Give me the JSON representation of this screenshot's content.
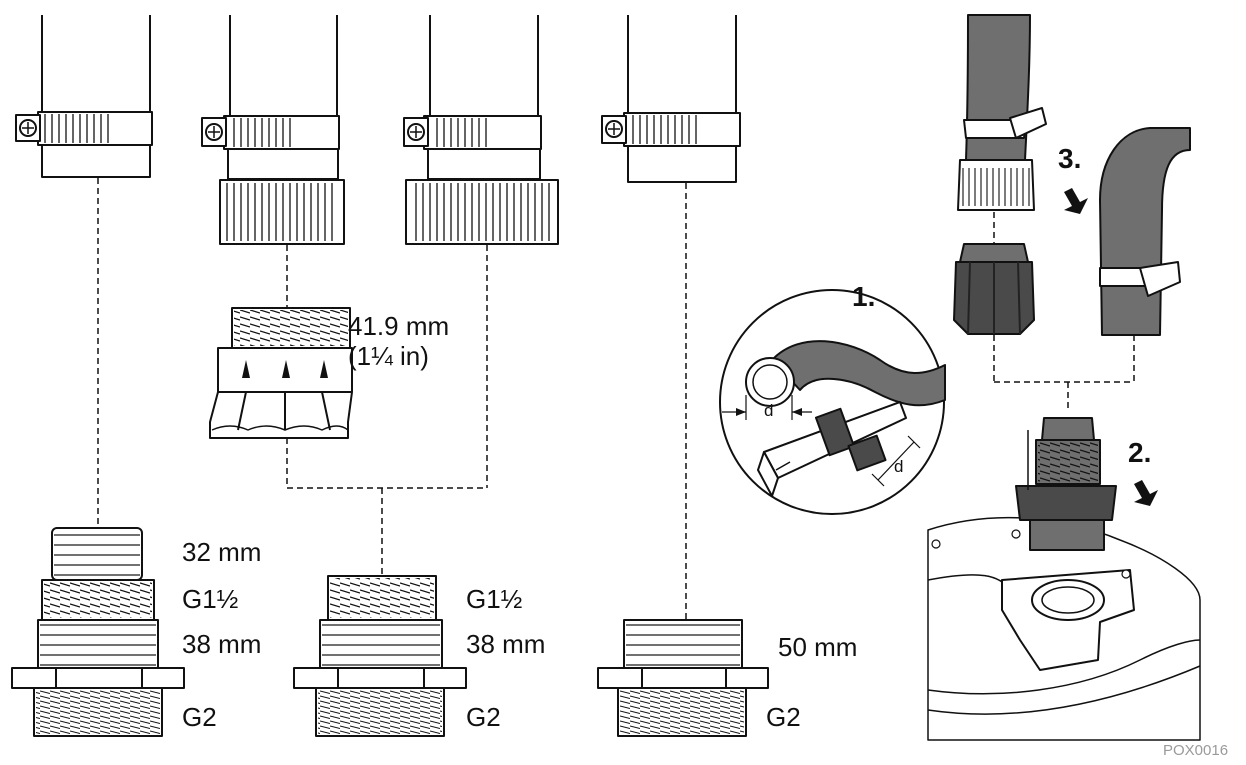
{
  "colors": {
    "line": "#111111",
    "hose": "#6f6f6f",
    "hose_dark": "#4a4a4a",
    "caption": "#9a9a9a"
  },
  "labels": {
    "a_top": "32 mm",
    "a_thread": "G1½",
    "a_mid": "38 mm",
    "a_bottom": "G2",
    "b_adapter": "41.9 mm",
    "b_adapter_in": "(1¼ in)",
    "b_thread": "G1½",
    "b_mid": "38 mm",
    "b_bottom": "G2",
    "c_mid": "50 mm",
    "c_bottom": "G2"
  },
  "steps": {
    "one": "1.",
    "two": "2.",
    "three": "3."
  },
  "detail": {
    "d1": "d",
    "d2": "d"
  },
  "caption": "POX0016",
  "icons": [
    "screw-clamp-icon",
    "wrench-icon",
    "arrow-down-icon"
  ]
}
